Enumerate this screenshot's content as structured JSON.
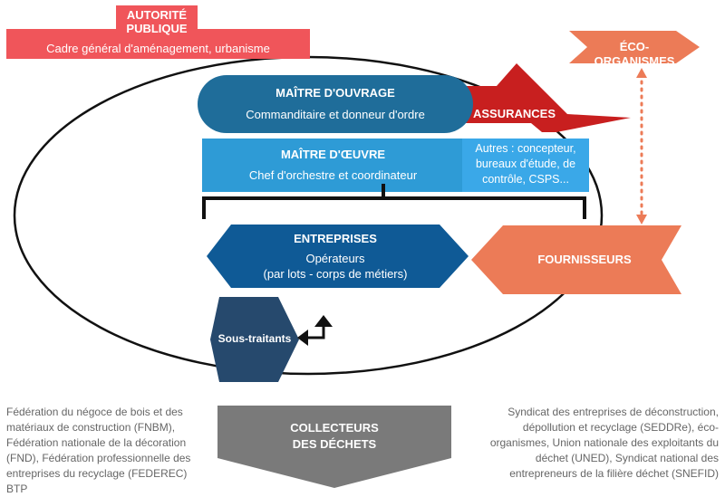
{
  "autorite": {
    "title": "AUTORITÉ PUBLIQUE",
    "subtitle": "Cadre général d'aménagement, urbanisme"
  },
  "eco": {
    "title": "ÉCO-ORGANISMES"
  },
  "assurances": {
    "title": "ASSURANCES"
  },
  "maitre_ouvrage": {
    "title": "MAÎTRE D'OUVRAGE",
    "subtitle": "Commanditaire et donneur d'ordre"
  },
  "maitre_oeuvre": {
    "title": "MAÎTRE D'ŒUVRE",
    "subtitle": "Chef d'orchestre et coordinateur"
  },
  "autres": {
    "text": "Autres : concepteur, bureaux d'étude, de contrôle, CSPS..."
  },
  "entreprises": {
    "title": "ENTREPRISES",
    "line1": "Opérateurs",
    "line2": "(par lots - corps de métiers)"
  },
  "fournisseurs": {
    "title": "FOURNISSEURS"
  },
  "sous_traitants": {
    "title": "Sous-traitants"
  },
  "collecteurs": {
    "line1": "COLLECTEURS",
    "line2": "DES DÉCHETS"
  },
  "notes": {
    "left": "Fédération du négoce de bois et des matériaux de construction (FNBM), Fédération nationale de la décoration (FND), Fédération professionnelle des entreprises du recyclage (FEDEREC) BTP",
    "right": "Syndicat des entreprises de déconstruction, dépollution et recyclage (SEDDRe), éco-organismes, Union nationale des exploitants du déchet (UNED), Syndicat national des entrepreneurs de la filière déchet (SNEFID)"
  },
  "colors": {
    "autorite": "#f0555a",
    "eco": "#ec7b57",
    "fournisseurs": "#ec7b57",
    "assurances": "#c81f1f",
    "maitre_ouvrage": "#1f6d9a",
    "maitre_oeuvre": "#2e9bd6",
    "autres": "#3aa8e8",
    "entreprises": "#0f5a96",
    "sous_traitants": "#26496d",
    "collecteurs": "#7a7a7a",
    "dotted_link": "#ec7b57"
  }
}
